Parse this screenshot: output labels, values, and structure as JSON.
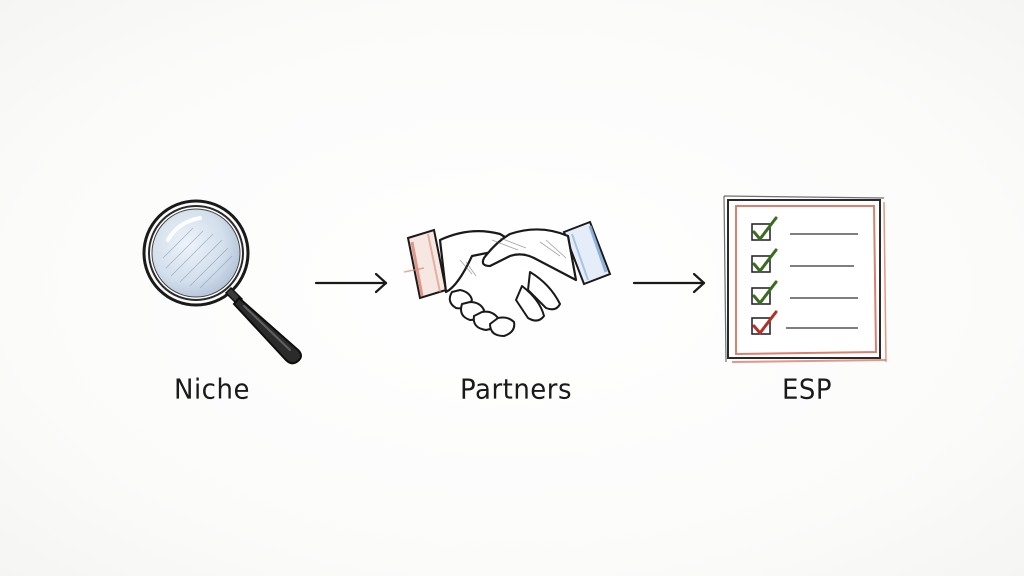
{
  "diagram": {
    "steps": [
      {
        "label": "Niche",
        "icon": "magnifying-glass-icon"
      },
      {
        "label": "Partners",
        "icon": "handshake-icon"
      },
      {
        "label": "ESP",
        "icon": "checklist-icon"
      }
    ],
    "connectors": [
      "arrow-right",
      "arrow-right"
    ],
    "checklist": {
      "items": 4,
      "check_colors": [
        "#3a6b1e",
        "#3a6b1e",
        "#3a6b1e",
        "#b0302a"
      ]
    },
    "colors": {
      "ink": "#1a1a1a",
      "cuff_left": "#d88a7a",
      "cuff_right": "#7fa8d8",
      "lens_tint": "#c9d8ea",
      "paper_border": "#d9806f"
    }
  }
}
